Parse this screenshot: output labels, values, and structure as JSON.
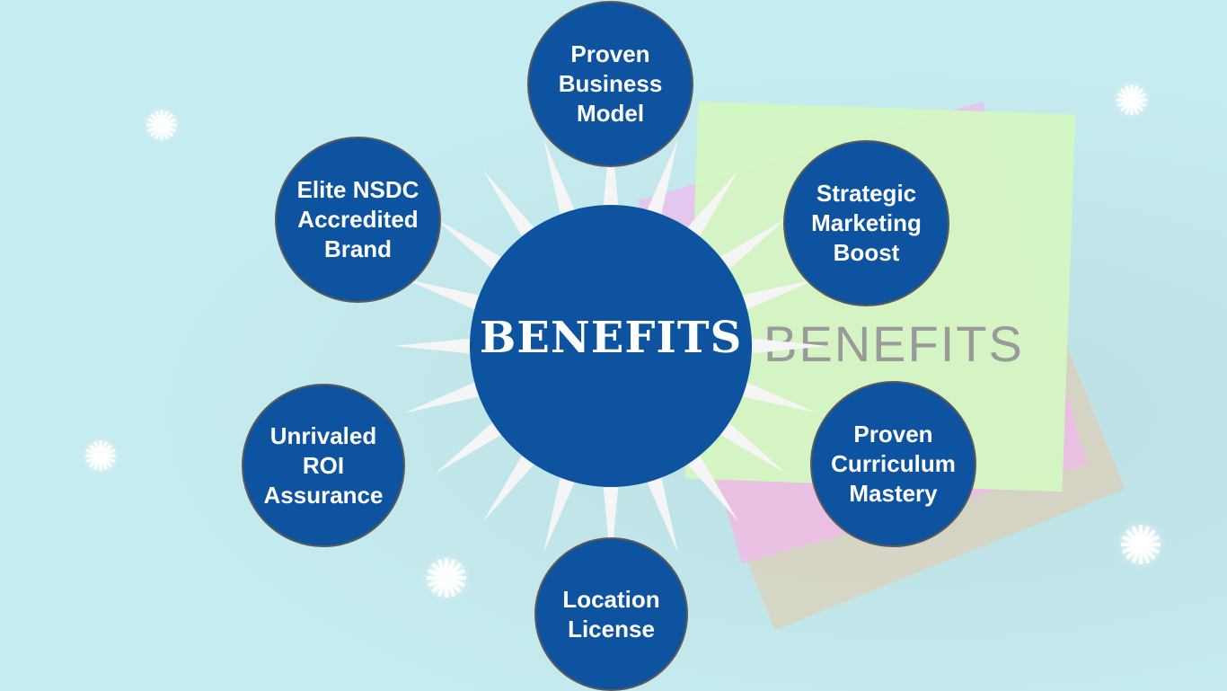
{
  "center": {
    "label": "BENEFITS"
  },
  "background_note_text": "BENEFITS",
  "benefits": [
    {
      "label": "Proven\nBusiness\nModel"
    },
    {
      "label": "Strategic\nMarketing\nBoost"
    },
    {
      "label": "Proven\nCurriculum\nMastery"
    },
    {
      "label": "Location\nLicense"
    },
    {
      "label": "Unrivaled\nROI\nAssurance"
    },
    {
      "label": "Elite NSDC\nAccredited\nBrand"
    }
  ],
  "colors": {
    "circle": "#0d53a0",
    "background": "#c5ecf0",
    "ray": "#f5f5f5"
  }
}
